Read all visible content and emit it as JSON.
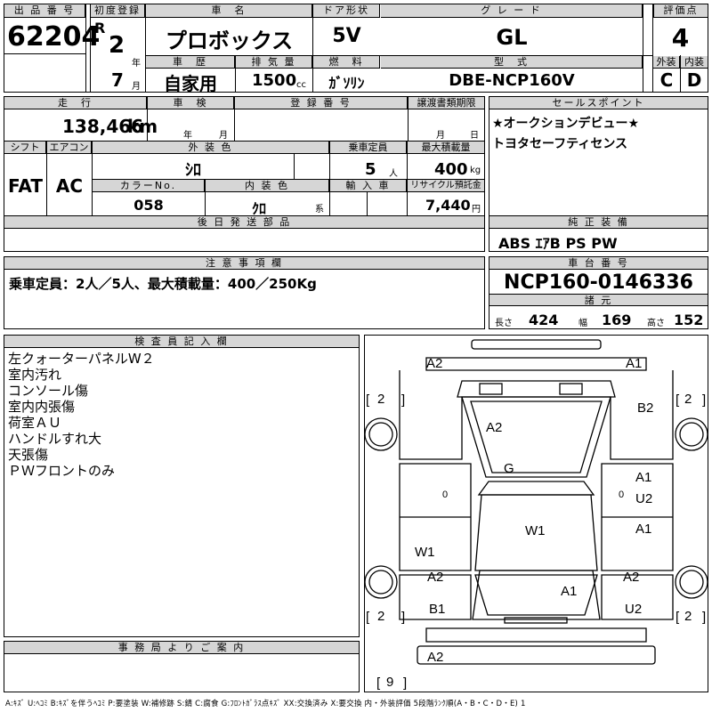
{
  "top": {
    "lot_no_label": "出 品 番 号",
    "lot_no": "62204",
    "first_reg_label": "初度登録",
    "era": "R",
    "year": "2",
    "year_unit": "年",
    "month": "7",
    "month_unit": "月",
    "car_name_label": "車　名",
    "car_name": "プロボックス",
    "door_label": "ドア形状",
    "door": "5V",
    "grade_label": "グ レ ー ド",
    "grade": "GL",
    "score_label": "評価点",
    "score": "4",
    "history_label": "車　歴",
    "history": "自家用",
    "displacement_label": "排 気 量",
    "displacement": "1500",
    "displacement_unit": "cc",
    "fuel_label": "燃　料",
    "fuel": "ｶﾞｿﾘﾝ",
    "model_label": "型　式",
    "model": "DBE-NCP160V",
    "exterior_label": "外装",
    "exterior": "C",
    "interior_label": "内装",
    "interior": "D"
  },
  "mid": {
    "mileage_label": "走　行",
    "mileage": "138,466",
    "mileage_unit": "km",
    "inspection_label": "車　検",
    "insp_year_unit": "年",
    "insp_month_unit": "月",
    "reg_no_label": "登 録 番 号",
    "transfer_label": "譲渡書類期限",
    "transfer_month_unit": "月",
    "transfer_day_unit": "日",
    "shift_label": "シフト",
    "shift": "FAT",
    "ac_label": "エアコン",
    "ac": "AC",
    "ext_color_label": "外 装 色",
    "ext_color": "ｼﾛ",
    "capacity_label": "乗車定員",
    "capacity": "5",
    "capacity_unit": "人",
    "max_load_label": "最大積載量",
    "max_load": "400",
    "max_load_unit": "kg",
    "color_no_label": "カラーNo.",
    "color_no": "058",
    "int_color_label": "内 装 色",
    "int_color": "ｸﾛ",
    "int_color_unit": "系",
    "import_label": "輸 入 車",
    "recycle_label": "リサイクル預託金",
    "recycle": "7,440",
    "recycle_unit": "円",
    "later_parts_label": "後 日 発 送 部 品",
    "sales_label": "セールスポイント",
    "sales_points": [
      "★オークションデビュー★",
      "トヨタセーフティセンス"
    ],
    "equipment_label": "純 正 装 備",
    "equipment": "ABS ｴｱB PS PW"
  },
  "notes": {
    "label": "注 意 事 項 欄",
    "text": "乗車定員：2人／5人、最大積載量：400／250Kg"
  },
  "chassis": {
    "label": "車 台 番 号",
    "number": "NCP160-0146336",
    "dims_label": "諸 元",
    "length_label": "長さ",
    "length": "424",
    "width_label": "幅",
    "width": "169",
    "height_label": "高さ",
    "height": "152"
  },
  "inspector": {
    "label": "検 査 員 記 入 欄",
    "lines": [
      "左クォーターパネルW２",
      "室内汚れ",
      "コンソール傷",
      "室内内張傷",
      "荷室ＡＵ",
      "ハンドルすれ大",
      "天張傷",
      "ＰＷフロントのみ"
    ]
  },
  "office": {
    "label": "事 務 局 よ り ご 案 内"
  },
  "diagram": {
    "marks": {
      "front_left": "A2",
      "front_right": "A1",
      "tire_fl": "2",
      "tire_fr": "2",
      "tire_rl": "2",
      "tire_rr": "2",
      "spare": "9",
      "fender_r": "B2",
      "hood": "A2",
      "windshield": "G",
      "door_fr_1": "A1",
      "door_fr_2": "U2",
      "door_rr": "A1",
      "door_rl": "W1",
      "qtr_l": "A2",
      "qtr_l2": "B1",
      "qtr_r": "A2",
      "qtr_r2": "U2",
      "roof": "W1",
      "rear_gate": "A1",
      "rear_bumper": "A2",
      "zero_l": "0",
      "zero_r": "0"
    }
  },
  "legend": "A:ｷｽﾞ U:ﾍｺﾐ B:ｷｽﾞを伴うﾍｺﾐ P:要塗装 W:補修跡 S:錆 C:腐食 G:ﾌﾛﾝﾄｶﾞﾗｽ点ｷｽﾞ XX:交換済み X:要交換 内・外装評価 5段階ﾗﾝｸ順(A・B・C・D・E) 1"
}
